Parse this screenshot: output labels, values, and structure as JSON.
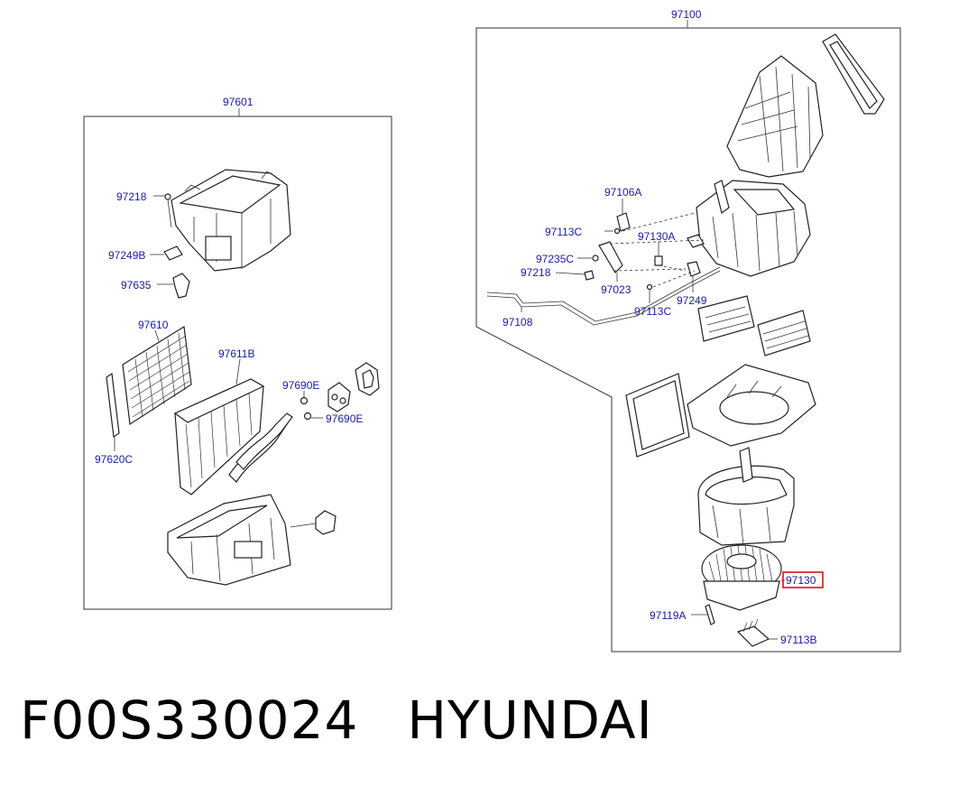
{
  "assemblies": {
    "left": "97601",
    "right": "97100"
  },
  "labels": {
    "l_97218": "97218",
    "l_97249B": "97249B",
    "l_97635": "97635",
    "l_97610": "97610",
    "l_97611B": "97611B",
    "l_97690E_a": "97690E",
    "l_97690E_b": "97690E",
    "l_97620C": "97620C",
    "r_97106A": "97106A",
    "r_97113C_a": "97113C",
    "r_97130A": "97130A",
    "r_97235C": "97235C",
    "r_97218": "97218",
    "r_97023": "97023",
    "r_97249": "97249",
    "r_97113C_b": "97113C",
    "r_97108": "97108",
    "r_97130": "97130",
    "r_97119A": "97119A",
    "r_97113B": "97113B"
  },
  "highlight": {
    "label": "97130",
    "color": "#e01010"
  },
  "footer": {
    "code": "F00S330024",
    "brand": "HYUNDAI"
  },
  "colors": {
    "label_text": "#1a1aa6",
    "line": "#222222"
  }
}
